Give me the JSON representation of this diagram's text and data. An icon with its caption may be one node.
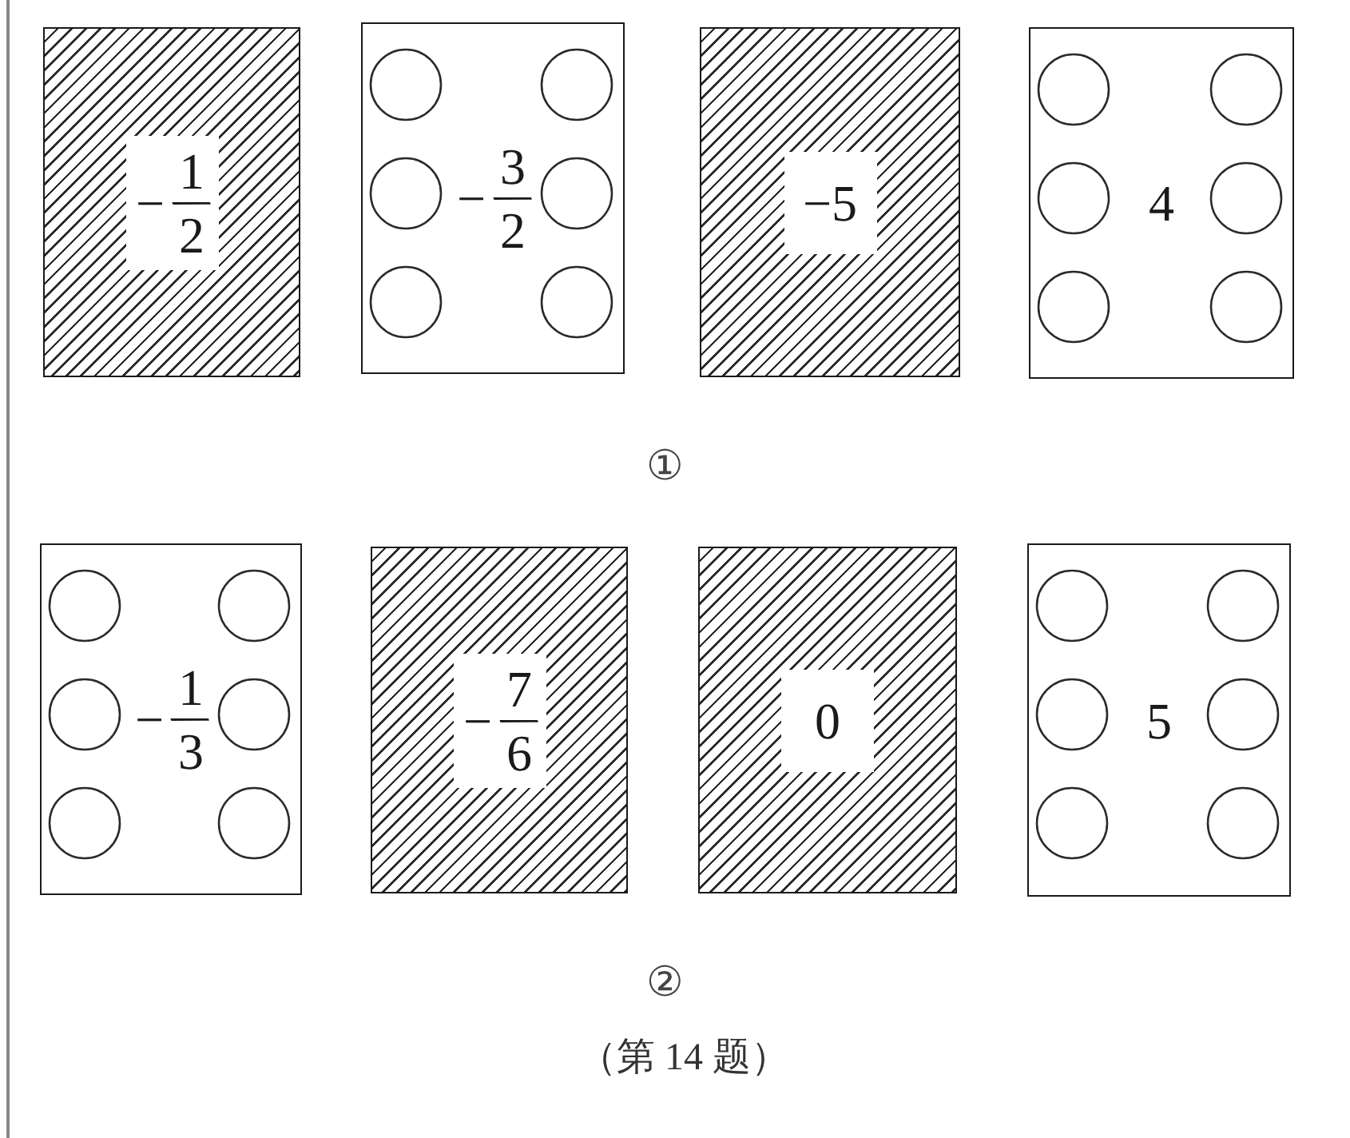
{
  "diagram": {
    "caption": "（第 14 题）",
    "nodes": [
      {
        "text": [
          "−1/2"
        ]
      },
      {
        "text": [
          "−3/2"
        ]
      },
      {
        "text": [
          "−5"
        ]
      },
      {
        "text": [
          "4"
        ]
      },
      {
        "text": [
          "−1/3"
        ]
      },
      {
        "text": [
          "−7/6"
        ]
      },
      {
        "text": [
          "0"
        ]
      },
      {
        "text": [
          "5"
        ]
      }
    ],
    "labels": [
      "①",
      "②"
    ]
  }
}
